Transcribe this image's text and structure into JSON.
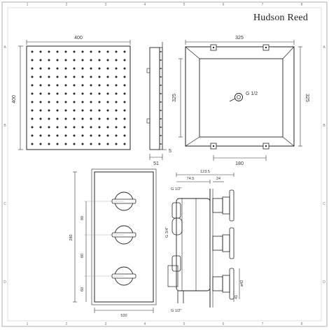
{
  "brand": {
    "name": "Hudson Reed"
  },
  "frame": {
    "columns": [
      "1",
      "2",
      "3",
      "4",
      "5",
      "6",
      "7",
      "8"
    ],
    "rows": [
      "A",
      "B",
      "C",
      "D"
    ]
  },
  "shower_head": {
    "dot_rows": 12,
    "dot_cols": 12,
    "front": {
      "width": "400",
      "height": "400"
    },
    "side": {
      "depth": "51",
      "lip": "5"
    }
  },
  "wall_box": {
    "width": "325",
    "height": "325",
    "height_right": "325",
    "inlet": "G 1/2",
    "fixing_spacing": "180"
  },
  "valve_front": {
    "width": "520",
    "height": "280",
    "spacing": [
      "80",
      "80",
      "60"
    ]
  },
  "valve_side": {
    "total_depth": "123.5",
    "mid_depth": "74.5",
    "front_depth": "24",
    "top_port": "G 1/2\"",
    "left_port": "G 3/4\"",
    "bottom_port": "G 1/2\"",
    "handle_dia": "ø42",
    "handle_proj": "41"
  }
}
